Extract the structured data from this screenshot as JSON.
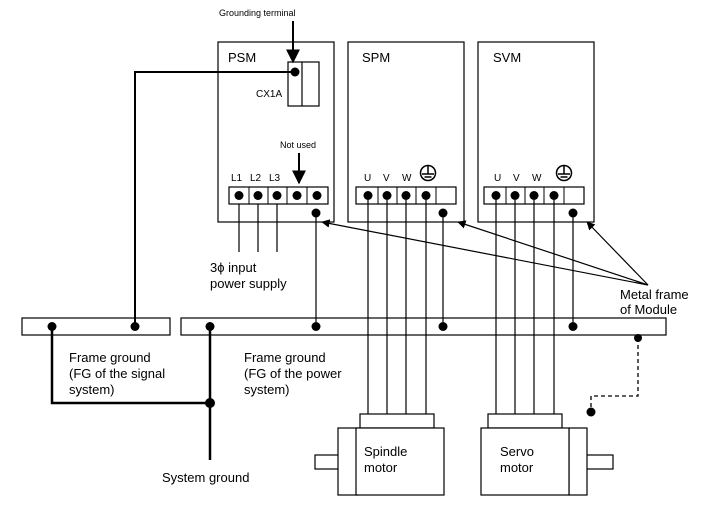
{
  "labels": {
    "grounding_terminal": "Grounding terminal",
    "psm": "PSM",
    "spm": "SPM",
    "svm": "SVM",
    "cx1a": "CX1A",
    "not_used": "Not used",
    "l1": "L1",
    "l2": "L2",
    "l3": "L3",
    "u": "U",
    "v": "V",
    "w": "W",
    "input_line1": "3ϕ input",
    "input_line2": "power supply",
    "metal_frame_line1": "Metal frame",
    "metal_frame_line2": "of Module",
    "fg_signal_line1": "Frame ground",
    "fg_signal_line2": "(FG of the signal",
    "fg_signal_line3": "system)",
    "fg_power_line1": "Frame ground",
    "fg_power_line2": "(FG of the power",
    "fg_power_line3": "system)",
    "system_ground": "System ground",
    "spindle_line1": "Spindle",
    "spindle_line2": "motor",
    "servo_line1": "Servo",
    "servo_line2": "motor"
  },
  "icons": {
    "ground_symbol": "ground-symbol-icon",
    "terminal_dot": "terminal-dot-icon",
    "arrow": "arrow-icon"
  }
}
